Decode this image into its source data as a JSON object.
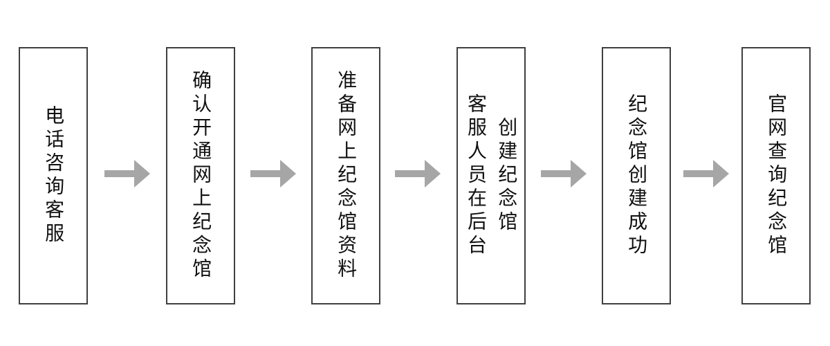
{
  "flowchart": {
    "title": "memorial-hall-creation-process",
    "steps": [
      {
        "lines": [
          "电话咨询客服"
        ]
      },
      {
        "lines": [
          "确认开通网上纪念馆"
        ]
      },
      {
        "lines": [
          "准备网上纪念馆资料"
        ]
      },
      {
        "lines": [
          "客服人员在后台",
          "创建纪念馆"
        ]
      },
      {
        "lines": [
          "纪念馆创建成功"
        ]
      },
      {
        "lines": [
          "官网查询纪念馆"
        ]
      }
    ],
    "colors": {
      "background": "#ffffff",
      "box_border": "#3f3f3f",
      "text": "#111111",
      "arrow": "#a6a6a6"
    }
  }
}
